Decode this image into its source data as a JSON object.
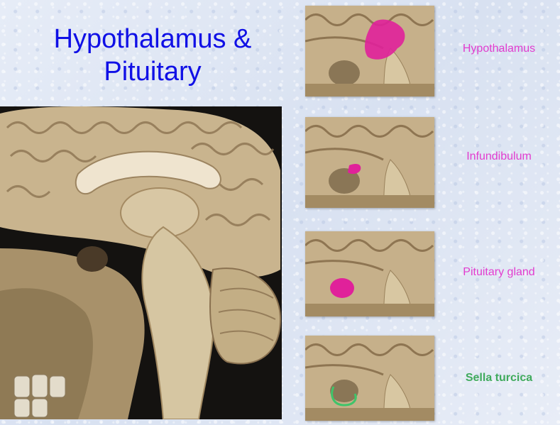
{
  "slide": {
    "title_line1": "Hypothalamus &",
    "title_line2": "Pituitary"
  },
  "labels": [
    {
      "text": "Hypothalamus",
      "color": "#e23ccf"
    },
    {
      "text": "Infundibulum",
      "color": "#e23ccf"
    },
    {
      "text": "Pituitary gland",
      "color": "#e23ccf"
    },
    {
      "text": "Sella turcica",
      "color": "#3faa5c"
    }
  ],
  "colors": {
    "title": "#1010e6",
    "highlight_magenta": "#e0219a",
    "highlight_green": "#3fc46a",
    "brain_tissue": "#cdbb98"
  }
}
